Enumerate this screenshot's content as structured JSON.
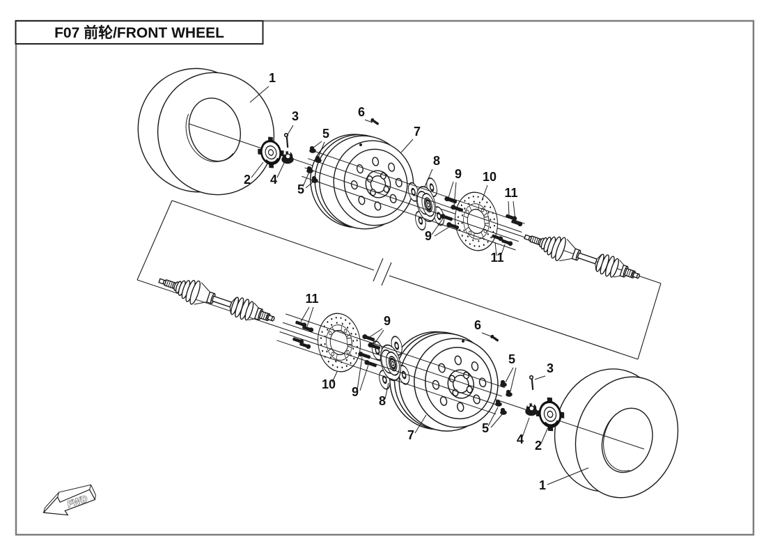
{
  "header": {
    "title": "F07  前轮/FRONT WHEEL"
  },
  "fwd": {
    "label": "FWD"
  },
  "callouts": [
    {
      "n": "1"
    },
    {
      "n": "3"
    },
    {
      "n": "6"
    },
    {
      "n": "5"
    },
    {
      "n": "7"
    },
    {
      "n": "2"
    },
    {
      "n": "4"
    },
    {
      "n": "5"
    },
    {
      "n": "8"
    },
    {
      "n": "9"
    },
    {
      "n": "10"
    },
    {
      "n": "11"
    },
    {
      "n": "9"
    },
    {
      "n": "11"
    },
    {
      "n": "11"
    },
    {
      "n": "9"
    },
    {
      "n": "6"
    },
    {
      "n": "5"
    },
    {
      "n": "3"
    },
    {
      "n": "10"
    },
    {
      "n": "9"
    },
    {
      "n": "8"
    },
    {
      "n": "7"
    },
    {
      "n": "5"
    },
    {
      "n": "4"
    },
    {
      "n": "2"
    },
    {
      "n": "1"
    }
  ],
  "colors": {
    "page_border": "#7d7d7d",
    "ink": "#1a1a1a"
  }
}
